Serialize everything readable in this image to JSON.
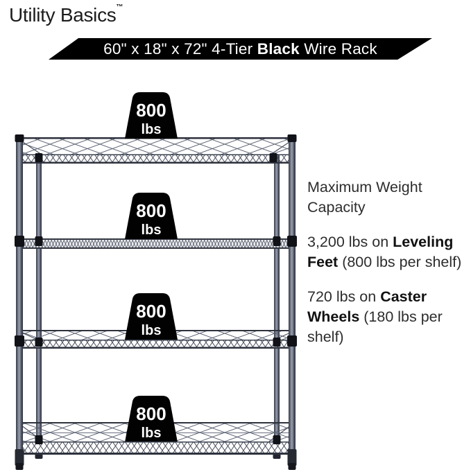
{
  "brand": {
    "name": "Utility Basics",
    "trademark": "™"
  },
  "banner": {
    "text_prefix": "60\" x 18\" x 72\" 4-Tier ",
    "bold_word": "Black",
    "text_suffix": " Wire Rack",
    "background_color": "#000000",
    "text_color": "#ffffff"
  },
  "rack": {
    "tiers": 4,
    "description": "4-tier black wire shelving rack illustration",
    "post_color": "#565b6b",
    "wire_color": "#4d5260",
    "badge_color": "#020202",
    "badge_text_color": "#ffffff",
    "badges": [
      {
        "value": "800",
        "unit": "lbs"
      },
      {
        "value": "800",
        "unit": "lbs"
      },
      {
        "value": "800",
        "unit": "lbs"
      },
      {
        "value": "800",
        "unit": "lbs"
      }
    ]
  },
  "info": {
    "heading": "Maximum Weight Capacity",
    "items": [
      {
        "prefix": "3,200 lbs on ",
        "bold": "Leveling Feet",
        "suffix": " (800 lbs per shelf)"
      },
      {
        "prefix": "720 lbs on ",
        "bold": "Caster Wheels",
        "suffix": " (180 lbs per shelf)"
      }
    ]
  }
}
